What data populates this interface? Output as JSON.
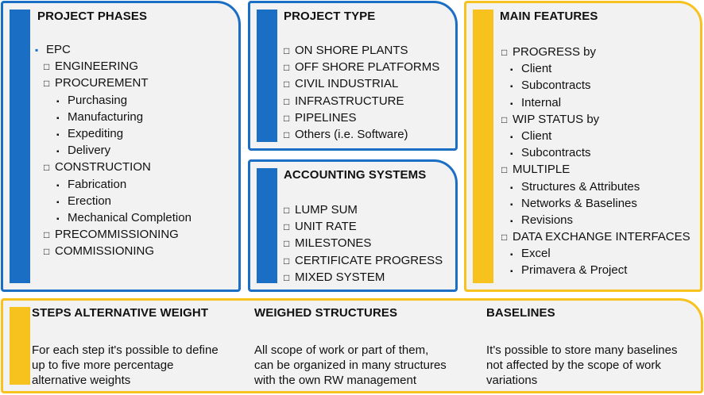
{
  "project_phases": {
    "title": "PROJECT PHASES",
    "items": [
      {
        "text": "EPC",
        "marker": "▪",
        "level": 0,
        "marker_style": "blue"
      },
      {
        "text": "ENGINEERING",
        "marker": "□",
        "level": 1
      },
      {
        "text": "PROCUREMENT",
        "marker": "□",
        "level": 1
      },
      {
        "text": "Purchasing",
        "marker": "▪",
        "level": 2
      },
      {
        "text": "Manufacturing",
        "marker": "▪",
        "level": 2
      },
      {
        "text": "Expediting",
        "marker": "▪",
        "level": 2
      },
      {
        "text": "Delivery",
        "marker": "▪",
        "level": 2
      },
      {
        "text": "CONSTRUCTION",
        "marker": "□",
        "level": 1
      },
      {
        "text": "Fabrication",
        "marker": "▪",
        "level": 2
      },
      {
        "text": "Erection",
        "marker": "▪",
        "level": 2
      },
      {
        "text": "Mechanical Completion",
        "marker": "▪",
        "level": 2
      },
      {
        "text": "PRECOMMISSIONING",
        "marker": "□",
        "level": 1
      },
      {
        "text": "COMMISSIONING",
        "marker": "□",
        "level": 1
      }
    ]
  },
  "project_type": {
    "title": "PROJECT TYPE",
    "items": [
      {
        "text": "ON SHORE PLANTS",
        "marker": "□",
        "level": 0
      },
      {
        "text": "OFF SHORE PLATFORMS",
        "marker": "□",
        "level": 0
      },
      {
        "text": "CIVIL INDUSTRIAL",
        "marker": "□",
        "level": 0
      },
      {
        "text": "INFRASTRUCTURE",
        "marker": "□",
        "level": 0
      },
      {
        "text": "PIPELINES",
        "marker": "□",
        "level": 0
      },
      {
        "text": "Others (i.e. Software)",
        "marker": "□",
        "level": 0
      }
    ]
  },
  "accounting_systems": {
    "title": "ACCOUNTING SYSTEMS",
    "items": [
      {
        "text": "LUMP SUM",
        "marker": "□",
        "level": 0
      },
      {
        "text": "UNIT RATE",
        "marker": "□",
        "level": 0
      },
      {
        "text": "MILESTONES",
        "marker": "□",
        "level": 0
      },
      {
        "text": "CERTIFICATE PROGRESS",
        "marker": "□",
        "level": 0
      },
      {
        "text": "MIXED SYSTEM",
        "marker": "□",
        "level": 0
      }
    ]
  },
  "main_features": {
    "title": "MAIN FEATURES",
    "items": [
      {
        "text": "PROGRESS by",
        "marker": "□",
        "level": 0
      },
      {
        "text": "Client",
        "marker": "▪",
        "level": 1
      },
      {
        "text": "Subcontracts",
        "marker": "▪",
        "level": 1
      },
      {
        "text": "Internal",
        "marker": "▪",
        "level": 1
      },
      {
        "text": "WIP STATUS by",
        "marker": "□",
        "level": 0
      },
      {
        "text": "Client",
        "marker": "▪",
        "level": 1
      },
      {
        "text": "Subcontracts",
        "marker": "▪",
        "level": 1
      },
      {
        "text": "MULTIPLE",
        "marker": "□",
        "level": 0
      },
      {
        "text": "Structures & Attributes",
        "marker": "▪",
        "level": 1
      },
      {
        "text": "Networks & Baselines",
        "marker": "▪",
        "level": 1
      },
      {
        "text": "Revisions",
        "marker": "▪",
        "level": 1
      },
      {
        "text": "DATA EXCHANGE INTERFACES",
        "marker": "□",
        "level": 0
      },
      {
        "text": "Excel",
        "marker": "▪",
        "level": 1
      },
      {
        "text": "Primavera & Project",
        "marker": "▪",
        "level": 1
      }
    ]
  },
  "bottom": {
    "steps": {
      "title": "STEPS ALTERNATIVE WEIGHT",
      "lines": [
        "For each step it's possible to define",
        "up to five more percentage",
        "alternative weights"
      ]
    },
    "weighed": {
      "title": "WEIGHED STRUCTURES",
      "lines": [
        "All scope of work or part of them,",
        "can be organized in many structures",
        "with the own RW management"
      ]
    },
    "baselines": {
      "title": "BASELINES",
      "lines": [
        "It's possible to store many baselines",
        "not affected by the scope of work",
        "variations"
      ]
    }
  },
  "colors": {
    "blue_accent": "#1a6fc4",
    "gold_accent": "#f7c21e",
    "panel_background": "#f2f2f2"
  }
}
